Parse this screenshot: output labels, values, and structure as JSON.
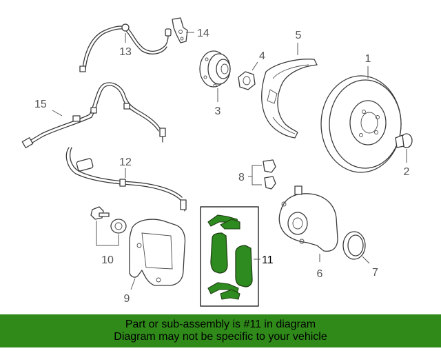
{
  "callouts": {
    "c1": "1",
    "c2": "2",
    "c3": "3",
    "c4": "4",
    "c5": "5",
    "c6": "6",
    "c7": "7",
    "c8": "8",
    "c9": "9",
    "c10": "10",
    "c11": "11",
    "c12": "12",
    "c13": "13",
    "c14": "14",
    "c15": "15"
  },
  "highlight": {
    "callout": "11",
    "pad_color": "#2e8b1f",
    "banner_color": "#2f8a1a"
  },
  "banner": {
    "line1": "Part or sub-assembly is #11 in diagram",
    "line2": "Diagram may not be specific to your vehicle"
  }
}
